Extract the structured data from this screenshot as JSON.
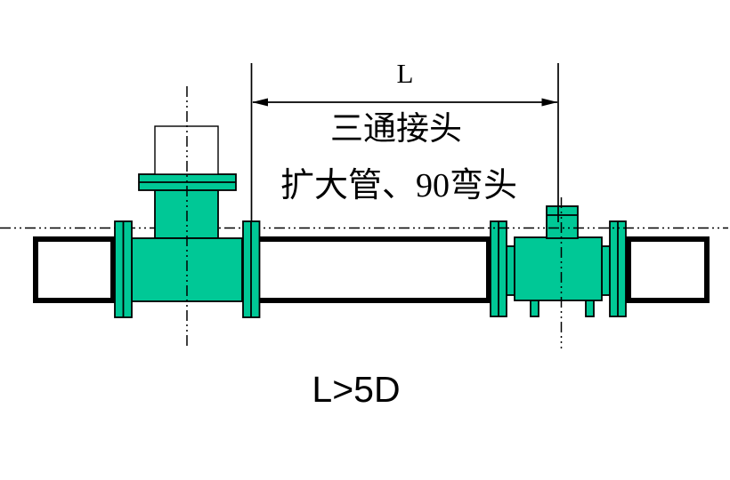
{
  "labels": {
    "dimension": "L",
    "condition_line1": "三通接头",
    "condition_line2": "扩大管、90弯头",
    "requirement": "L>5D"
  },
  "colors": {
    "fitting_fill": "#00C896",
    "pipe_fill": "#FFFFFF",
    "line": "#000000"
  }
}
